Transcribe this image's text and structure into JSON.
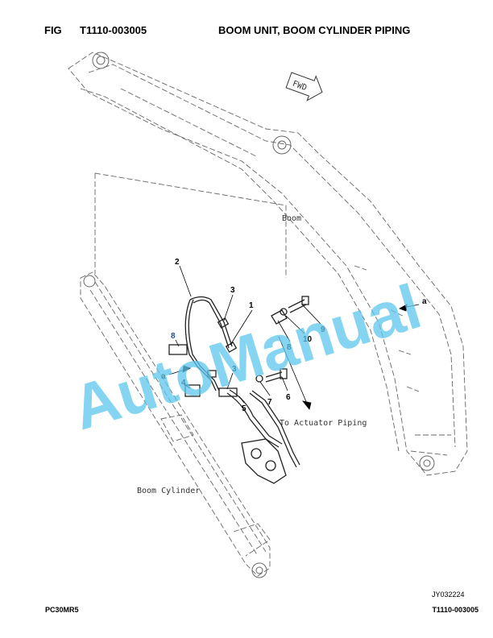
{
  "header": {
    "fig_label": "FIG",
    "fig_number": "T1110-003005",
    "title": "BOOM UNIT, BOOM CYLINDER PIPING"
  },
  "diagram": {
    "fwd_label": "FWD",
    "boom_label": "Boom",
    "boom_cylinder_label": "Boom Cylinder",
    "actuator_note": "To Actuator Piping",
    "view_mark_a": "a",
    "view_mark_a2": "a",
    "callouts": [
      "2",
      "3",
      "1",
      "8",
      "9",
      "10",
      "8",
      "4",
      "3",
      "7",
      "6",
      "5"
    ]
  },
  "watermark": "AutoManual",
  "footer": {
    "image_code": "JY032224",
    "model": "PC30MR5",
    "fig_number": "T1110-003005"
  }
}
